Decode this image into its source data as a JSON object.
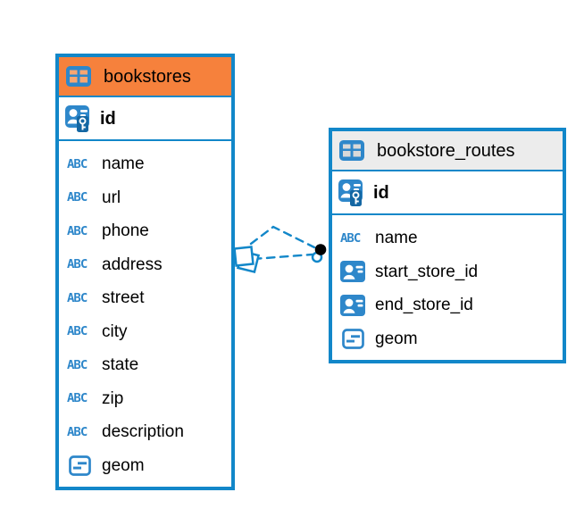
{
  "view": {
    "type": "entity-relationship-diagram",
    "background": "#ffffff"
  },
  "colors": {
    "accent_blue": "#1287C9",
    "selected_header_orange": "#F6813C",
    "header_gray": "#ECECEC",
    "icon_blue": "#2E87CA",
    "text": "#000000"
  },
  "icons": {
    "text_type_label": "ABC"
  },
  "tables": [
    {
      "name": "bookstores",
      "header_style": "orange-selected",
      "primary_key": "id",
      "columns": [
        {
          "name": "name",
          "type": "text"
        },
        {
          "name": "url",
          "type": "text"
        },
        {
          "name": "phone",
          "type": "text"
        },
        {
          "name": "address",
          "type": "text"
        },
        {
          "name": "street",
          "type": "text"
        },
        {
          "name": "city",
          "type": "text"
        },
        {
          "name": "state",
          "type": "text"
        },
        {
          "name": "zip",
          "type": "text"
        },
        {
          "name": "description",
          "type": "text"
        },
        {
          "name": "geom",
          "type": "geometry"
        }
      ]
    },
    {
      "name": "bookstore_routes",
      "header_style": "gray",
      "primary_key": "id",
      "columns": [
        {
          "name": "name",
          "type": "text"
        },
        {
          "name": "start_store_id",
          "type": "foreign-key"
        },
        {
          "name": "end_store_id",
          "type": "foreign-key"
        },
        {
          "name": "geom",
          "type": "geometry"
        }
      ]
    }
  ],
  "relationships": [
    {
      "from": "bookstore_routes.start_store_id",
      "to": "bookstores.id",
      "line_style": "dashed"
    },
    {
      "from": "bookstore_routes.end_store_id",
      "to": "bookstores.id",
      "line_style": "dashed"
    }
  ]
}
